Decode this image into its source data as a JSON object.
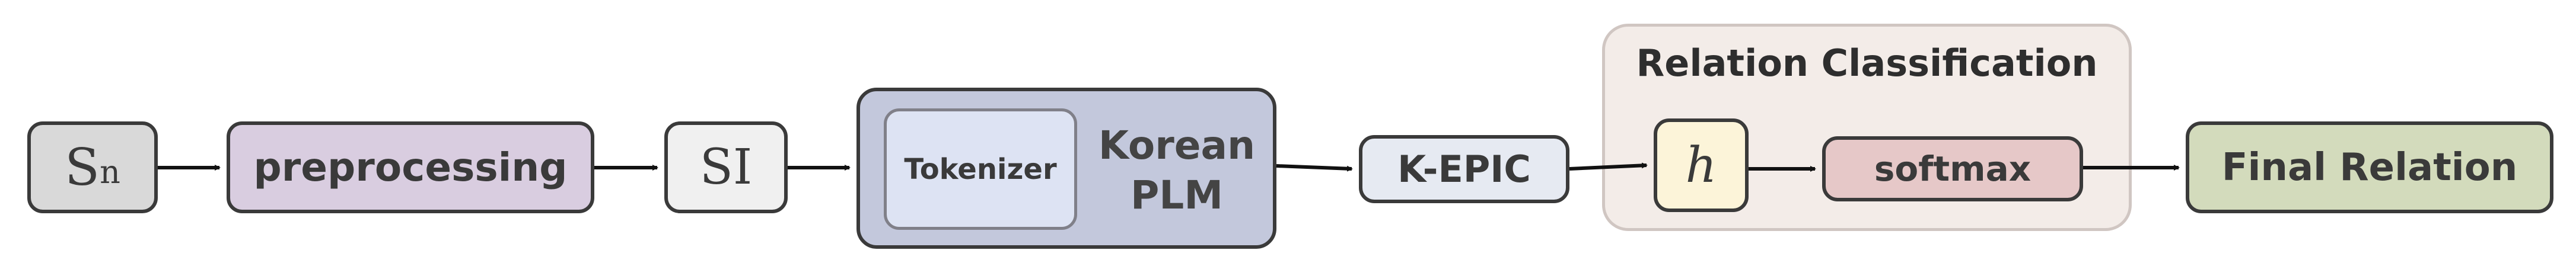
{
  "nodes": {
    "sn": {
      "label": "S",
      "sub": "n"
    },
    "preprocessing": {
      "label": "preprocessing"
    },
    "si": {
      "label": "SI"
    },
    "tokenizer": {
      "label": "Tokenizer"
    },
    "plm": {
      "line1": "Korean",
      "line2": "PLM"
    },
    "kepic": {
      "label": "K-EPIC"
    },
    "relation_classification": {
      "title": "Relation Classification"
    },
    "h": {
      "label": "h"
    },
    "softmax": {
      "label": "softmax"
    },
    "final_relation": {
      "label": "Final Relation"
    }
  }
}
